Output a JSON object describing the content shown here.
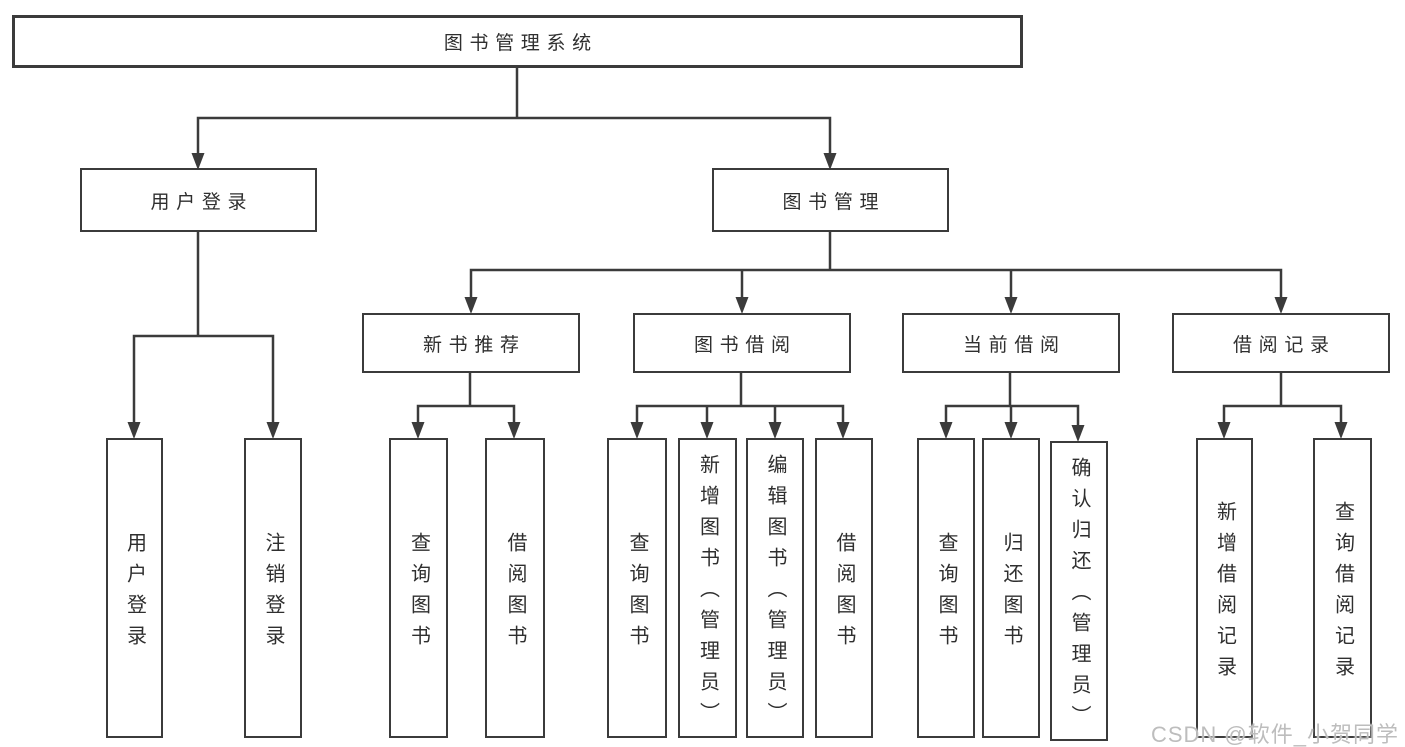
{
  "tree": {
    "root": {
      "label": "图书管理系统",
      "children": [
        {
          "label": "用户登录",
          "children": [
            {
              "label": "用户登录"
            },
            {
              "label": "注销登录"
            }
          ]
        },
        {
          "label": "图书管理",
          "children": [
            {
              "label": "新书推荐",
              "children": [
                {
                  "label": "查询图书"
                },
                {
                  "label": "借阅图书"
                }
              ]
            },
            {
              "label": "图书借阅",
              "children": [
                {
                  "label": "查询图书"
                },
                {
                  "label": "新增图书（管理员）"
                },
                {
                  "label": "编辑图书（管理员）"
                },
                {
                  "label": "借阅图书"
                }
              ]
            },
            {
              "label": "当前借阅",
              "children": [
                {
                  "label": "查询图书"
                },
                {
                  "label": "归还图书"
                },
                {
                  "label": "确认归还（管理员）"
                }
              ]
            },
            {
              "label": "借阅记录",
              "children": [
                {
                  "label": "新增借阅记录"
                },
                {
                  "label": "查询借阅记录"
                }
              ]
            }
          ]
        }
      ]
    }
  },
  "watermark": {
    "text": "CSDN @软件_小贺同学"
  },
  "colors": {
    "line": "#3b3b3b",
    "box_border": "#3b3b3b",
    "box_fill": "#ffffff",
    "text": "#2f2f2f",
    "watermark": "#bdbdbd",
    "background": "#ffffff"
  }
}
